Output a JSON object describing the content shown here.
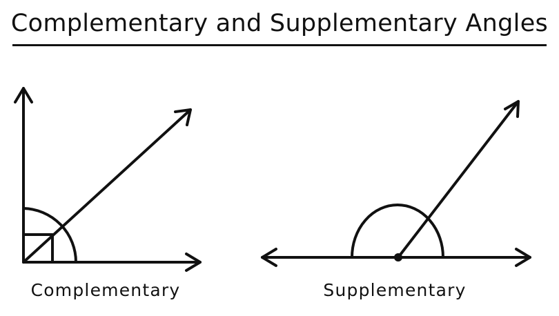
{
  "title": "Complementary and Supplementary Angles",
  "diagrams": {
    "complementary": {
      "label": "Complementary"
    },
    "supplementary": {
      "label": "Supplementary"
    }
  },
  "colors": {
    "ink": "#111111",
    "background": "#ffffff"
  }
}
